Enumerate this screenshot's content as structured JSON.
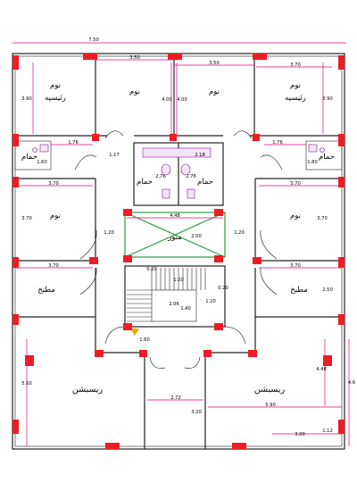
{
  "rooms": {
    "bedroom_tl": "نوم",
    "bedroom_tl_sub": "رئيسيه",
    "bedroom_mid_left": "نوم",
    "bedroom_mid_right": "نوم",
    "bedroom_tr": "نوم",
    "bedroom_tr_sub": "رئيسيه",
    "bath_left_small": "حمام",
    "bath_right_small": "حمام",
    "bath_center_left": "حمام",
    "bath_center_right": "حمام",
    "bedroom_left2": "نوم",
    "bedroom_right2": "نوم",
    "shaft": "منور",
    "kitchen_left": "مطبخ",
    "kitchen_right": "مطبخ",
    "reception_left": "ريسبشن",
    "reception_right": "ريسبشن"
  },
  "dimensions": {
    "overall_width": "7.50",
    "top_mid_left": "3.50",
    "top_mid_right": "3.50",
    "top_right": "3.70",
    "tl_height": "3.90",
    "tr_height": "3.90",
    "mid_height_left": "4.00",
    "mid_height_right": "4.00",
    "bath_left_w": "1.76",
    "bath_right_w": "1.76",
    "hall_left": "1.17",
    "bath_center_w": "2.18",
    "bath_center_h1": "2.76",
    "bath_center_h2": "2.76",
    "bath_left_h": "1.60",
    "bath_right_h": "1.80",
    "bed2_top_left": "3.70",
    "bed2_top_right": "3.70",
    "bed2_h_left": "3.70",
    "bed2_h_right": "3.70",
    "hall_l2": "1.20",
    "hall_r2": "1.20",
    "shaft_w": "4.48",
    "shaft_h": "2.00",
    "kitchen_top_left": "3.70",
    "kitchen_top_right": "3.70",
    "kitchen_h_right": "2.50",
    "stair_a": "0.20",
    "stair_b": "1.20",
    "stair_c": "0.20",
    "stair_w": "2.06",
    "stair_d": "1.20",
    "stair_e": "1.40",
    "landing": "1.60",
    "rec_h_left": "5.60",
    "rec_h_right": "4.48",
    "entry_w": "2.72",
    "rec_right_w": "5.90",
    "entry_h": "3.20",
    "bottom_right": "3.00",
    "bottom_right_h": "1.12",
    "far_right_h": "4.6"
  }
}
